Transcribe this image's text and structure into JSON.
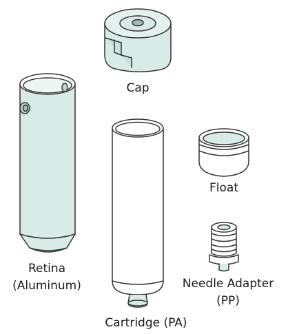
{
  "parts": [
    {
      "id": "cap",
      "label": "Cap",
      "fill": "#d8ebe7"
    },
    {
      "id": "retina",
      "label_line1": "Retina",
      "label_line2": "(Aluminum)",
      "fill": "#d8ebe7"
    },
    {
      "id": "cartridge",
      "label": "Cartridge (PA)",
      "fill": "#ffffff"
    },
    {
      "id": "float",
      "label": "Float",
      "fill": "#ffffff"
    },
    {
      "id": "needle-adapter",
      "label_line1": "Needle Adapter",
      "label_line2": "(PP)",
      "fill": "#ffffff"
    }
  ],
  "colors": {
    "outline": "#333333",
    "shade": "#bcd6d0",
    "background": "#ffffff"
  }
}
